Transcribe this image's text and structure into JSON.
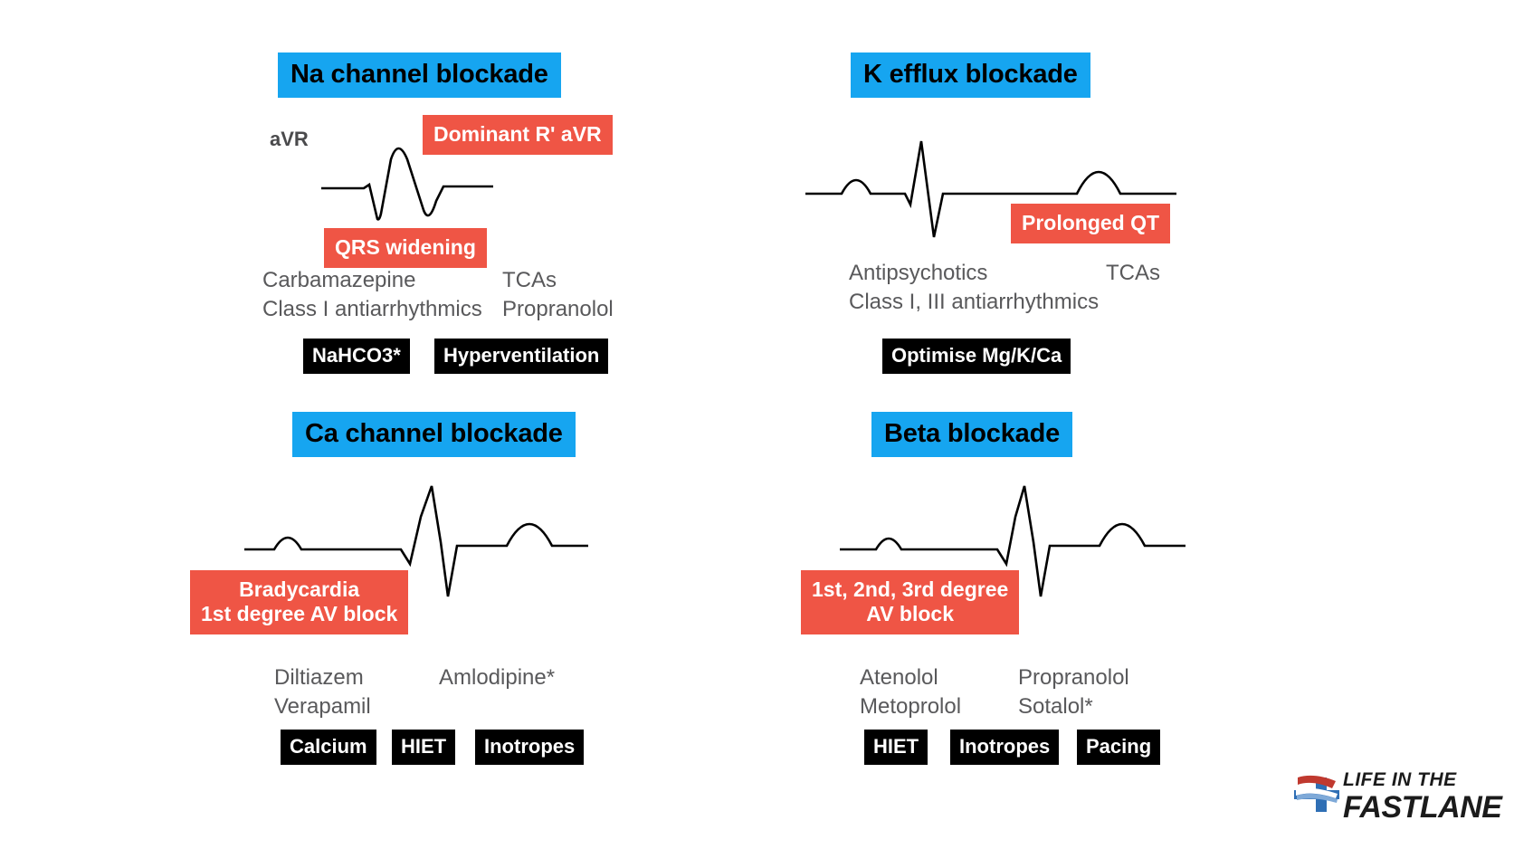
{
  "panels": [
    {
      "id": "na-channel-blockade",
      "title": "Na channel blockade",
      "lead_label": "aVR",
      "callouts": [
        {
          "name": "dominant-r-avr",
          "text": "Dominant R' aVR"
        },
        {
          "name": "qrs-widening",
          "text": "QRS widening"
        }
      ],
      "drugs_left": [
        "Carbamazepine",
        "Class I antiarrhythmics"
      ],
      "drugs_right": [
        "TCAs",
        "Propranolol"
      ],
      "treatments": [
        "NaHCO3*",
        "Hyperventilation"
      ]
    },
    {
      "id": "k-efflux-blockade",
      "title": "K efflux blockade",
      "lead_label": "",
      "callouts": [
        {
          "name": "prolonged-qt",
          "text": "Prolonged QT"
        }
      ],
      "drugs_left": [
        "Antipsychotics",
        "Class I, III antiarrhythmics"
      ],
      "drugs_right": [
        "TCAs"
      ],
      "treatments": [
        "Optimise Mg/K/Ca"
      ]
    },
    {
      "id": "ca-channel-blockade",
      "title": "Ca channel blockade",
      "lead_label": "",
      "callouts": [
        {
          "name": "bradycardia-av-block",
          "line1": "Bradycardia",
          "line2": "1st degree AV block"
        }
      ],
      "drugs_left": [
        "Diltiazem",
        "Verapamil"
      ],
      "drugs_right": [
        "Amlodipine*"
      ],
      "treatments": [
        "Calcium",
        "HIET",
        "Inotropes"
      ]
    },
    {
      "id": "beta-blockade",
      "title": "Beta blockade",
      "lead_label": "",
      "callouts": [
        {
          "name": "degree-av-block",
          "line1": "1st, 2nd, 3rd degree",
          "line2": "AV block"
        }
      ],
      "drugs_left": [
        "Atenolol",
        "Metoprolol"
      ],
      "drugs_right": [
        "Propranolol",
        "Sotalol*"
      ],
      "treatments": [
        "HIET",
        "Inotropes",
        "Pacing"
      ]
    }
  ],
  "logo": {
    "line1": "LIFE IN THE",
    "line2": "FASTLANE"
  },
  "colors": {
    "heading_blue": "#16a5f0",
    "callout_red": "#ef5545",
    "treatment_black": "#000000",
    "drug_grey": "#59595b",
    "trace_black": "#000000",
    "background": "#ffffff"
  }
}
